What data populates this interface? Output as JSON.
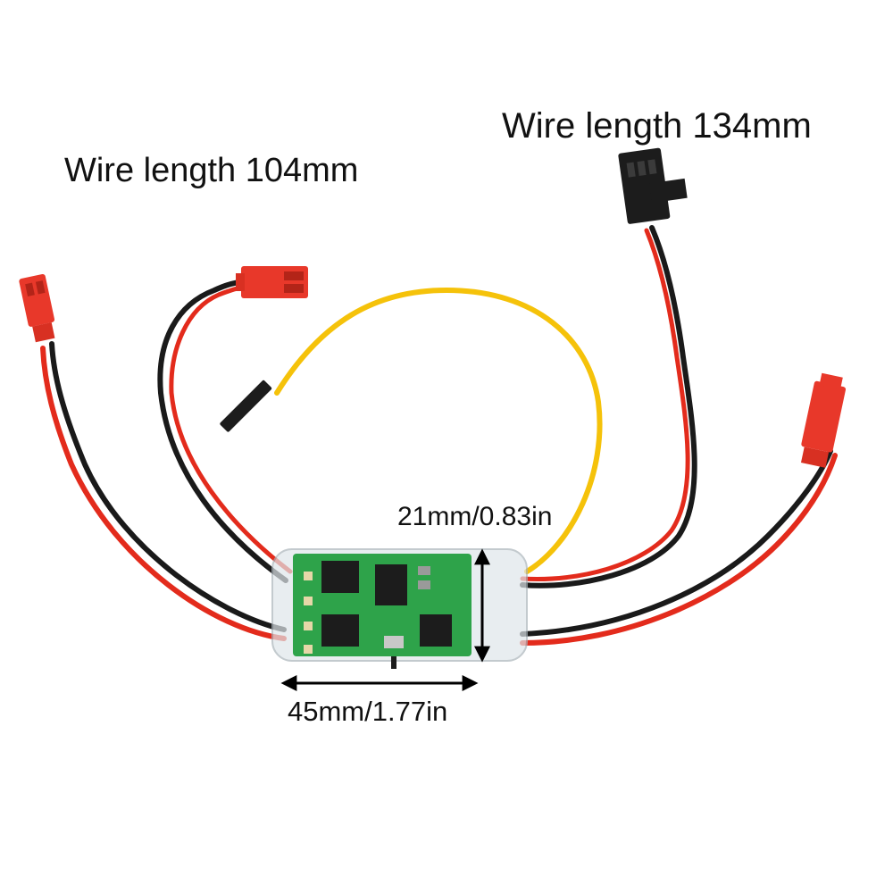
{
  "labels": {
    "wire_left": "Wire length 104mm",
    "wire_right": "Wire length 134mm",
    "width": "21mm/0.83in",
    "length": "45mm/1.77in"
  },
  "colors": {
    "wire_red": "#e32b1c",
    "wire_black": "#1a1a1a",
    "wire_yellow": "#f5c20a",
    "connector_red": "#e8382a",
    "connector_black": "#1c1c1c",
    "pcb_green": "#2ea34a",
    "background": "#ffffff"
  },
  "icons": {
    "connector_left": "jst-female-connector-icon",
    "connector_top_center": "jst-male-connector-icon",
    "connector_right": "jst-female-connector-icon",
    "servo_plug": "servo-connector-icon",
    "pin": "dupont-pin-icon"
  }
}
